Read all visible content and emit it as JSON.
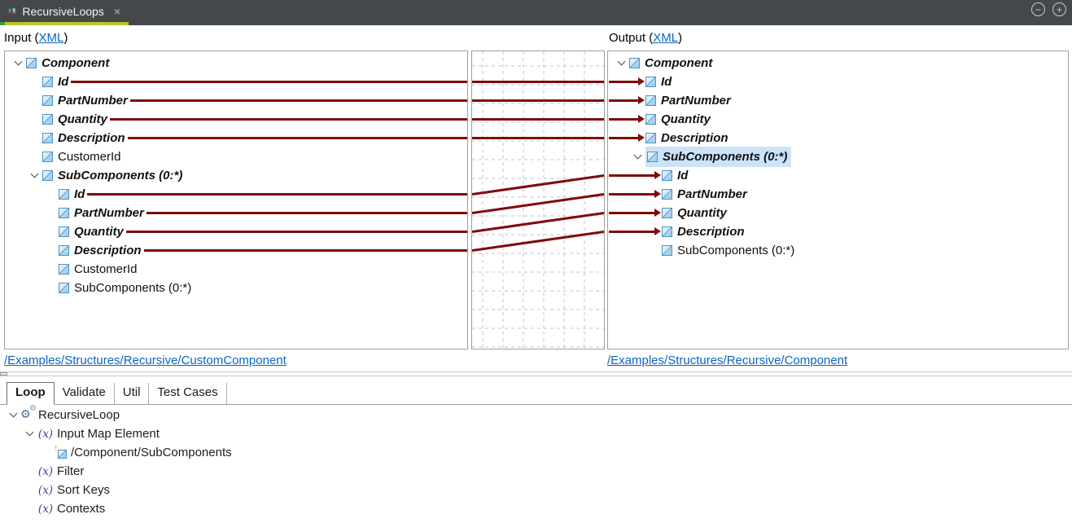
{
  "window": {
    "tab_title": "RecursiveLoops",
    "close_label": "×",
    "minimize_label": "−",
    "maximize_label": "+"
  },
  "header": {
    "input_prefix": "Input (",
    "input_link": "XML",
    "input_suffix": ")",
    "output_prefix": "Output (",
    "output_link": "XML",
    "output_suffix": ")"
  },
  "left_tree": {
    "items": [
      {
        "label": "Component",
        "level": 1,
        "mapped": true,
        "expandable": true,
        "line": false
      },
      {
        "label": "Id",
        "level": 2,
        "mapped": true,
        "expandable": false,
        "line": true
      },
      {
        "label": "PartNumber",
        "level": 2,
        "mapped": true,
        "expandable": false,
        "line": true
      },
      {
        "label": "Quantity",
        "level": 2,
        "mapped": true,
        "expandable": false,
        "line": true
      },
      {
        "label": "Description",
        "level": 2,
        "mapped": true,
        "expandable": false,
        "line": true
      },
      {
        "label": "CustomerId",
        "level": 2,
        "mapped": false,
        "expandable": false,
        "line": false
      },
      {
        "label": "SubComponents (0:*)",
        "level": 2,
        "mapped": true,
        "expandable": true,
        "line": false
      },
      {
        "label": "Id",
        "level": 3,
        "mapped": true,
        "expandable": false,
        "line": true
      },
      {
        "label": "PartNumber",
        "level": 3,
        "mapped": true,
        "expandable": false,
        "line": true
      },
      {
        "label": "Quantity",
        "level": 3,
        "mapped": true,
        "expandable": false,
        "line": true
      },
      {
        "label": "Description",
        "level": 3,
        "mapped": true,
        "expandable": false,
        "line": true
      },
      {
        "label": "CustomerId",
        "level": 3,
        "mapped": false,
        "expandable": false,
        "line": false
      },
      {
        "label": "SubComponents (0:*)",
        "level": 3,
        "mapped": false,
        "expandable": false,
        "line": false
      }
    ]
  },
  "right_tree": {
    "items": [
      {
        "label": "Component",
        "level": 1,
        "mapped": true,
        "expandable": true,
        "arrow": false,
        "selected": false
      },
      {
        "label": "Id",
        "level": 2,
        "mapped": true,
        "expandable": false,
        "arrow": true,
        "selected": false
      },
      {
        "label": "PartNumber",
        "level": 2,
        "mapped": true,
        "expandable": false,
        "arrow": true,
        "selected": false
      },
      {
        "label": "Quantity",
        "level": 2,
        "mapped": true,
        "expandable": false,
        "arrow": true,
        "selected": false
      },
      {
        "label": "Description",
        "level": 2,
        "mapped": true,
        "expandable": false,
        "arrow": true,
        "selected": false
      },
      {
        "label": "SubComponents (0:*)",
        "level": 2,
        "mapped": true,
        "expandable": true,
        "arrow": false,
        "selected": true
      },
      {
        "label": "Id",
        "level": 3,
        "mapped": true,
        "expandable": false,
        "arrow": true,
        "selected": false
      },
      {
        "label": "PartNumber",
        "level": 3,
        "mapped": true,
        "expandable": false,
        "arrow": true,
        "selected": false
      },
      {
        "label": "Quantity",
        "level": 3,
        "mapped": true,
        "expandable": false,
        "arrow": true,
        "selected": false
      },
      {
        "label": "Description",
        "level": 3,
        "mapped": true,
        "expandable": false,
        "arrow": true,
        "selected": false
      },
      {
        "label": "SubComponents (0:*)",
        "level": 3,
        "mapped": false,
        "expandable": false,
        "arrow": false,
        "selected": false
      }
    ]
  },
  "mappings": [
    {
      "from_index": 1,
      "to_index": 1
    },
    {
      "from_index": 2,
      "to_index": 2
    },
    {
      "from_index": 3,
      "to_index": 3
    },
    {
      "from_index": 4,
      "to_index": 4
    },
    {
      "from_index": 7,
      "to_index": 6
    },
    {
      "from_index": 8,
      "to_index": 7
    },
    {
      "from_index": 9,
      "to_index": 8
    },
    {
      "from_index": 10,
      "to_index": 9
    }
  ],
  "links": {
    "input_path": "/Examples/Structures/Recursive/CustomComponent",
    "output_path": "/Examples/Structures/Recursive/Component"
  },
  "bottom_tabs": [
    {
      "label": "Loop",
      "active": true
    },
    {
      "label": "Validate",
      "active": false
    },
    {
      "label": "Util",
      "active": false
    },
    {
      "label": "Test Cases",
      "active": false
    }
  ],
  "bottom_tree": {
    "items": [
      {
        "label": "RecursiveLoop",
        "level": 1,
        "icon": "gears-icon",
        "expandable": true
      },
      {
        "label": "Input Map Element",
        "level": 2,
        "icon": "function-icon",
        "expandable": true
      },
      {
        "label": "/Component/SubComponents",
        "level": 3,
        "icon": "map-element-icon",
        "expandable": false
      },
      {
        "label": "Filter",
        "level": 2,
        "icon": "function-icon",
        "expandable": false
      },
      {
        "label": "Sort Keys",
        "level": 2,
        "icon": "function-icon",
        "expandable": false
      },
      {
        "label": "Contexts",
        "level": 2,
        "icon": "function-icon",
        "expandable": false
      }
    ]
  },
  "colors": {
    "map_line": "#7f0b0b",
    "link": "#0a64c2",
    "tab_underline": "#b7c62d",
    "tab_underline_start": "#3d9b46",
    "selection": "#cbe3f8",
    "titlebar_bg": "#45484b"
  }
}
